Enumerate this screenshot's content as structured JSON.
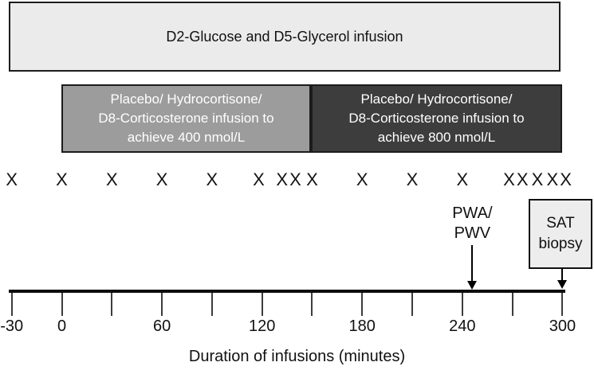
{
  "diagram": {
    "infusion_box": {
      "label": "D2-Glucose and D5-Glycerol infusion",
      "fill": "#ebebeb",
      "start_min": -30,
      "end_min": 300
    },
    "phase_boxes": [
      {
        "lines": [
          "Placebo/ Hydrocortisone/",
          "D8-Corticosterone infusion to",
          "achieve 400 nmol/L"
        ],
        "fill": "#9c9c9c",
        "text_color": "#ffffff",
        "start_min": 0,
        "end_min": 150
      },
      {
        "lines": [
          "Placebo/ Hydrocortisone/",
          "D8-Corticosterone infusion to",
          "achieve 800 nmol/L"
        ],
        "fill": "#3d3d3d",
        "text_color": "#ffffff",
        "start_min": 150,
        "end_min": 300
      }
    ],
    "sample_marks": {
      "symbol": "X",
      "times_min": [
        -30,
        0,
        30,
        60,
        90,
        118,
        132,
        140,
        150,
        180,
        210,
        240,
        268,
        276,
        285,
        294,
        302
      ]
    },
    "annotations": {
      "pwa": {
        "lines": [
          "PWA/",
          "PWV"
        ],
        "time_min": 246
      },
      "sat": {
        "lines": [
          "SAT",
          "biopsy"
        ],
        "time_min": 300,
        "fill": "#ededed"
      }
    },
    "axis": {
      "title": "Duration of infusions (minutes)",
      "range_min": [
        -30,
        300
      ],
      "tick_times_min": [
        -30,
        0,
        30,
        60,
        90,
        120,
        150,
        180,
        210,
        240,
        270,
        300
      ],
      "labels": [
        {
          "time_min": -30,
          "text": "-30"
        },
        {
          "time_min": 0,
          "text": "0"
        },
        {
          "time_min": 60,
          "text": "60"
        },
        {
          "time_min": 120,
          "text": "120"
        },
        {
          "time_min": 180,
          "text": "180"
        },
        {
          "time_min": 240,
          "text": "240"
        },
        {
          "time_min": 300,
          "text": "300"
        }
      ]
    }
  }
}
